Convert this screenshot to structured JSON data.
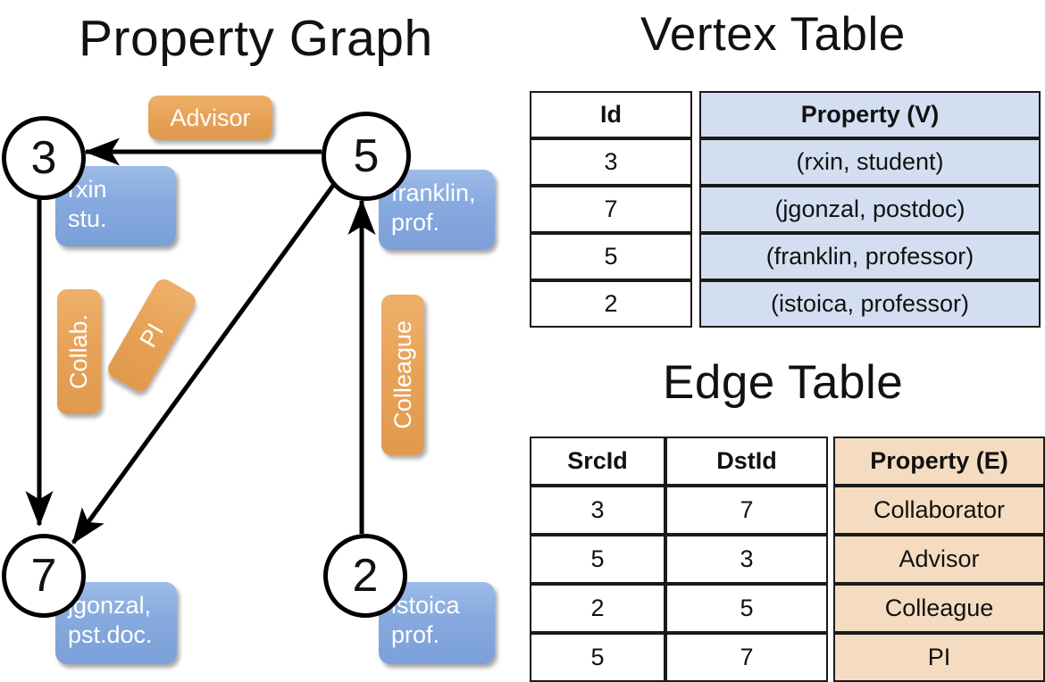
{
  "titles": {
    "property_graph": "Property Graph",
    "vertex_table": "Vertex Table",
    "edge_table": "Edge Table"
  },
  "colors": {
    "vertex_property_fill": "#d3dff1",
    "edge_property_fill": "#f5dcc1",
    "vertex_box_fill": "#86a9de",
    "edge_label_fill": "#e8a257",
    "stroke": "#000000"
  },
  "graph": {
    "nodes": [
      {
        "id": "3",
        "property_line1": "rxin",
        "property_line2": "stu."
      },
      {
        "id": "5",
        "property_line1": "franklin,",
        "property_line2": "prof."
      },
      {
        "id": "7",
        "property_line1": "jgonzal,",
        "property_line2": "pst.doc."
      },
      {
        "id": "2",
        "property_line1": "istoica",
        "property_line2": "prof."
      }
    ],
    "edge_labels": [
      {
        "name": "advisor",
        "text": "Advisor"
      },
      {
        "name": "collab",
        "text": "Collab."
      },
      {
        "name": "pi",
        "text": "PI"
      },
      {
        "name": "colleague",
        "text": "Colleague"
      }
    ]
  },
  "vertex_table": {
    "headers": [
      "Id",
      "Property (V)"
    ],
    "rows": [
      [
        "3",
        "(rxin, student)"
      ],
      [
        "7",
        "(jgonzal, postdoc)"
      ],
      [
        "5",
        "(franklin, professor)"
      ],
      [
        "2",
        "(istoica, professor)"
      ]
    ]
  },
  "edge_table": {
    "headers": [
      "SrcId",
      "DstId",
      "Property (E)"
    ],
    "rows": [
      [
        "3",
        "7",
        "Collaborator"
      ],
      [
        "5",
        "3",
        "Advisor"
      ],
      [
        "2",
        "5",
        "Colleague"
      ],
      [
        "5",
        "7",
        "PI"
      ]
    ]
  }
}
